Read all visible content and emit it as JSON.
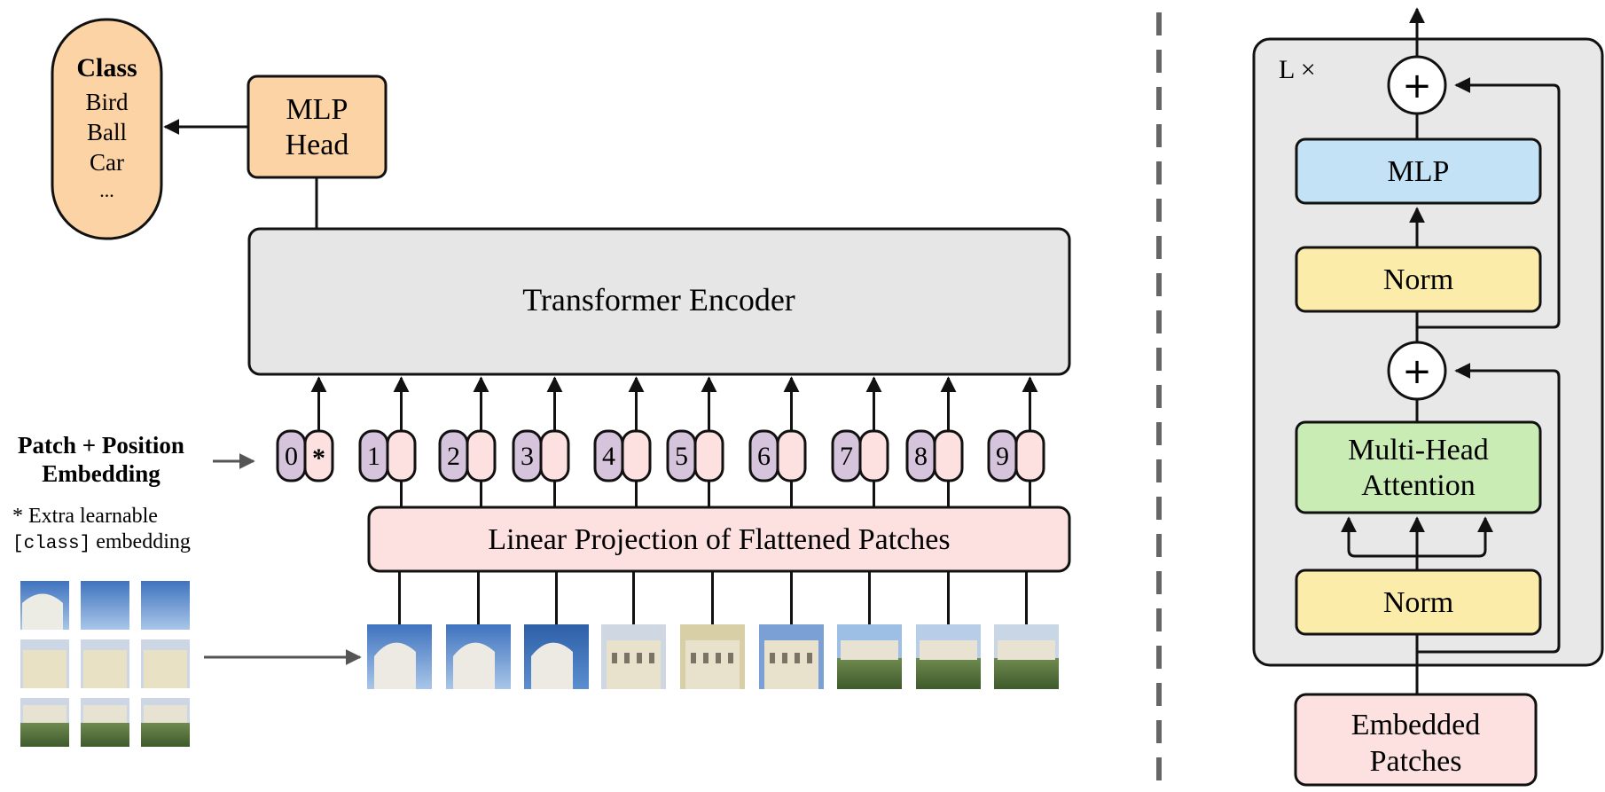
{
  "vit": {
    "class_output": {
      "title": "Class",
      "items": [
        "Bird",
        "Ball",
        "Car",
        "..."
      ]
    },
    "mlp_head": {
      "line1": "MLP",
      "line2": "Head"
    },
    "transformer_encoder": "Transformer Encoder",
    "patch_position": {
      "line1": "Patch + Position",
      "line2": "Embedding"
    },
    "extra_note": {
      "line1": "* Extra learnable",
      "code": "[class]",
      "rest": " embedding"
    },
    "tokens": [
      "0",
      "1",
      "2",
      "3",
      "4",
      "5",
      "6",
      "7",
      "8",
      "9"
    ],
    "class_token_marker": "*",
    "linear_projection": "Linear Projection of Flattened Patches"
  },
  "encoder_block": {
    "repeat_label": "L ×",
    "mlp": "MLP",
    "norm_top": "Norm",
    "plus_symbol": "+",
    "attention": {
      "line1": "Multi-Head",
      "line2": "Attention"
    },
    "norm_bottom": "Norm",
    "embedded_patches": {
      "line1": "Embedded",
      "line2": "Patches"
    }
  },
  "colors": {
    "class_box": "#fcd3a4",
    "mlp_head": "#fcd3a4",
    "encoder": "#e6e6e6",
    "position_token": "#d6c4dc",
    "patch_token": "#fde0e0",
    "linear_projection": "#fde0e0",
    "block_bg": "#e8e8e8",
    "mlp_block": "#c3e2f5",
    "norm": "#fcecaa",
    "attention": "#c9ebb4",
    "embedded_patches": "#fde0e0",
    "divider": "#666666"
  }
}
